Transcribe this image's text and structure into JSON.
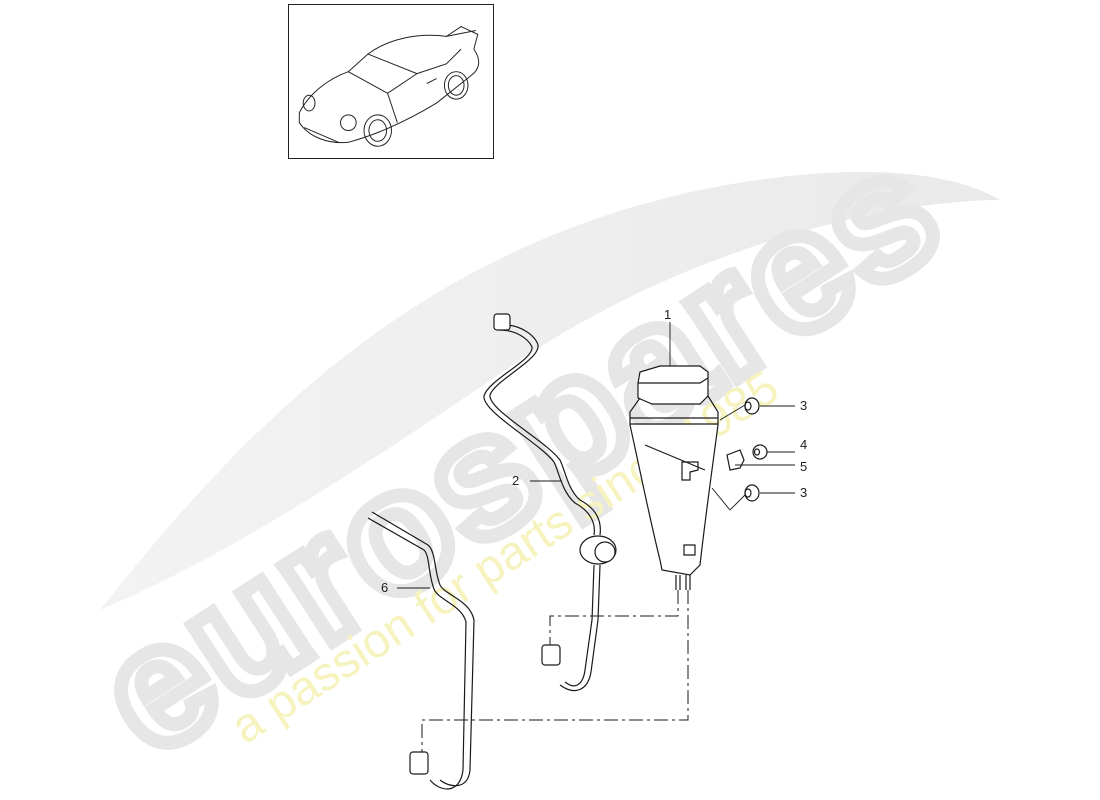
{
  "watermark": {
    "brand": "eurospares",
    "tagline": "a passion for parts since 1985",
    "brand_color": "#e8e8e8",
    "tagline_color": "#f5f2b8"
  },
  "thumbnail": {
    "label": "vehicle-overview",
    "subject": "Porsche 911 coupe line drawing"
  },
  "callouts": [
    {
      "number": "1",
      "part": "activated charcoal canister"
    },
    {
      "number": "2",
      "part": "vent line with valve"
    },
    {
      "number": "3",
      "part": "rubber grommet (upper)"
    },
    {
      "number": "4",
      "part": "nut"
    },
    {
      "number": "5",
      "part": "clip"
    },
    {
      "number": "3",
      "part": "rubber grommet (lower)"
    },
    {
      "number": "6",
      "part": "vent line"
    }
  ]
}
